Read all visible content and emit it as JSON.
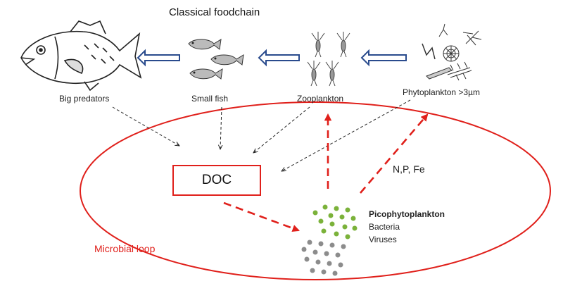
{
  "title": "Classical foodchain",
  "labels": {
    "big_predators": "Big predators",
    "small_fish": "Small fish",
    "zooplankton": "Zooplankton",
    "phytoplankton": "Phytoplankton >3µm",
    "doc": "DOC",
    "nutrients": "N,P, Fe",
    "picophytoplankton": "Picophytoplankton",
    "bacteria": "Bacteria",
    "viruses": "Viruses",
    "microbial_loop": "Microbial loop"
  },
  "colors": {
    "loop_red": "#e0201b",
    "chain_arrow_blue": "#2a4b8d",
    "pico_green": "#7bb23a",
    "particle_gray": "#8c8c8c"
  },
  "icons": [
    "big-fish-icon",
    "small-fish-icon",
    "zooplankton-icon",
    "phytoplankton-icon"
  ]
}
